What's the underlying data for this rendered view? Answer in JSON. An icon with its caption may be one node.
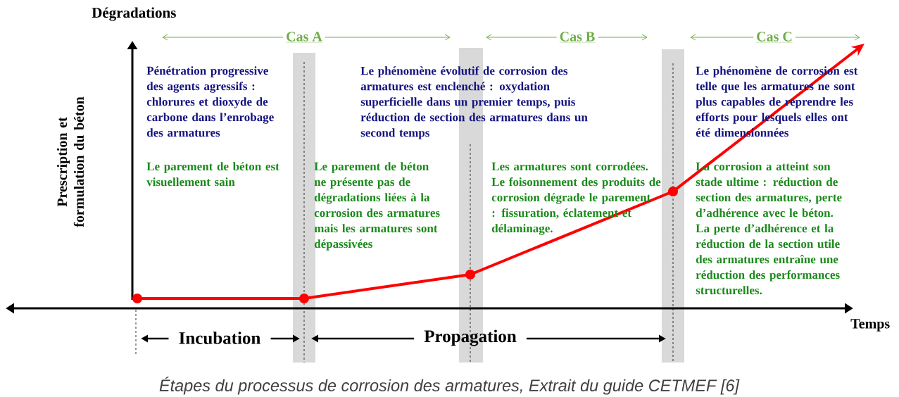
{
  "diagram": {
    "caption": "Étapes du processus de corrosion des armatures, Extrait du guide CETMEF [6]",
    "nodes": [
      {
        "text": [],
        "shape": "circle"
      },
      {
        "text": [],
        "shape": "circle"
      },
      {
        "text": [],
        "shape": "circle"
      },
      {
        "text": [],
        "shape": "circle"
      }
    ],
    "edges": [
      {
        "from": 0,
        "to": 1,
        "arrow": "none"
      },
      {
        "from": 1,
        "to": 2,
        "arrow": "none"
      },
      {
        "from": 2,
        "to": 3,
        "arrow": "none"
      },
      {
        "from": 3,
        "to": null,
        "arrow": "to"
      }
    ],
    "labels": [
      "Dégradations",
      "Cas A",
      "Cas B",
      "Cas C",
      "Pénétration progressive des agents agressifs : chlorures et dioxyde de carbone dans l’enrobage des armatures",
      "Le phénomène évolutif de corrosion des armatures est enclenché : oxydation superficielle dans un premier temps, puis réduction de section des armatures dans un second temps",
      "Le phénomène de corrosion est telle que les armatures ne sont plus capables de reprendre les efforts pour lesquels elles ont été dimensionnées",
      "Le parement de béton est visuellement sain",
      "Le parement de béton ne présente pas de dégradations liées à la corrosion des armatures mais les armatures sont dépassivées",
      "Les armatures sont corrodées. Le foisonnement des produits de corrosion dégrade le parement : fissuration, éclatement et délaminage.",
      "La corrosion a atteint son stade ultime : réduction de section des armatures, perte d’adhérence avec le béton. La perte d’adhérence et la réduction de la section utile des armatures entraîne une réduction des performances structurelles.",
      "Prescription et formulation du béton",
      "Temps",
      "Incubation",
      "Propagation"
    ]
  }
}
